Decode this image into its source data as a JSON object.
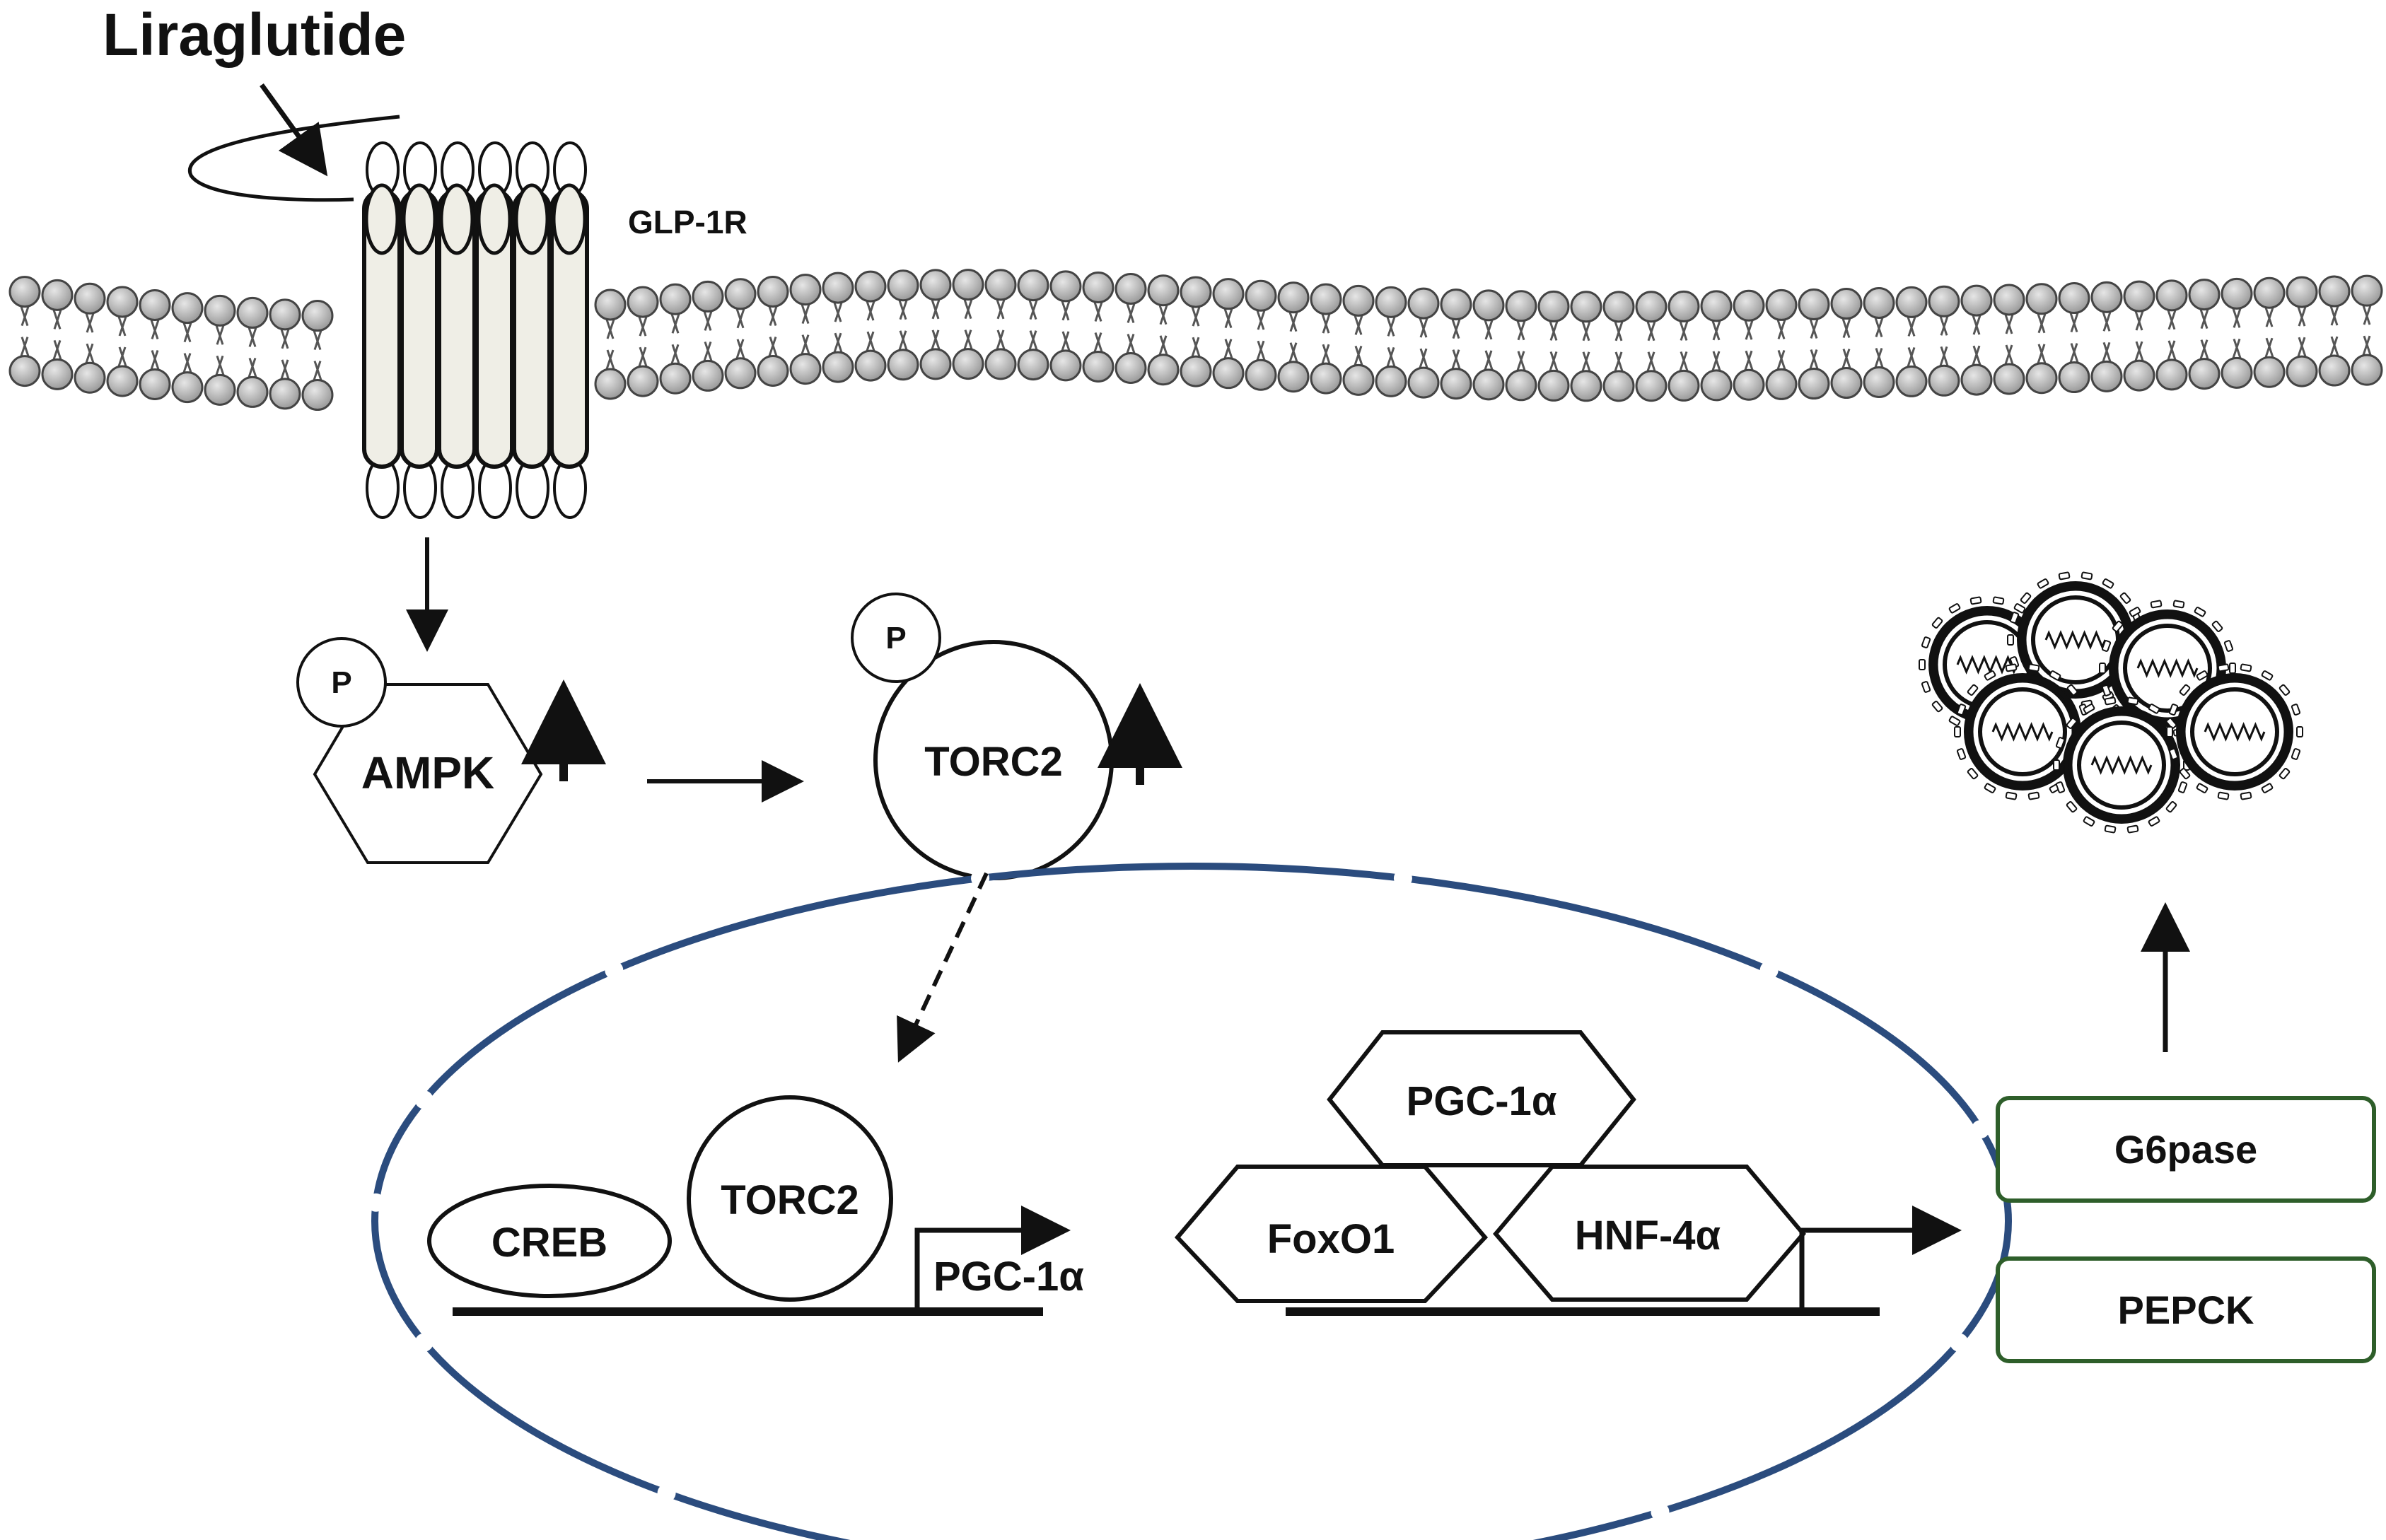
{
  "labels": {
    "drug": "Liraglutide",
    "receptor": "GLP-1R",
    "phospho": "P",
    "ampk": "AMPK",
    "torc2": "TORC2",
    "creb": "CREB",
    "torc2_nuclear": "TORC2",
    "pgc1a_gene": "PGC-1α",
    "pgc1a_protein": "PGC-1α",
    "foxo1": "FoxO1",
    "hnf4a": "HNF-4α",
    "g6pase": "G6pase",
    "pepck": "PEPCK"
  },
  "colors": {
    "nucleus_border": "#2b4c7e",
    "gene_box_border": "#2e5e2a",
    "membrane_head": "#b9b9b9",
    "receptor_fill": "#efeee6",
    "line": "#111111"
  },
  "icons": {
    "up_arrow": "up-arrow-icon",
    "glycogen": "glycogen-granule-icon"
  }
}
